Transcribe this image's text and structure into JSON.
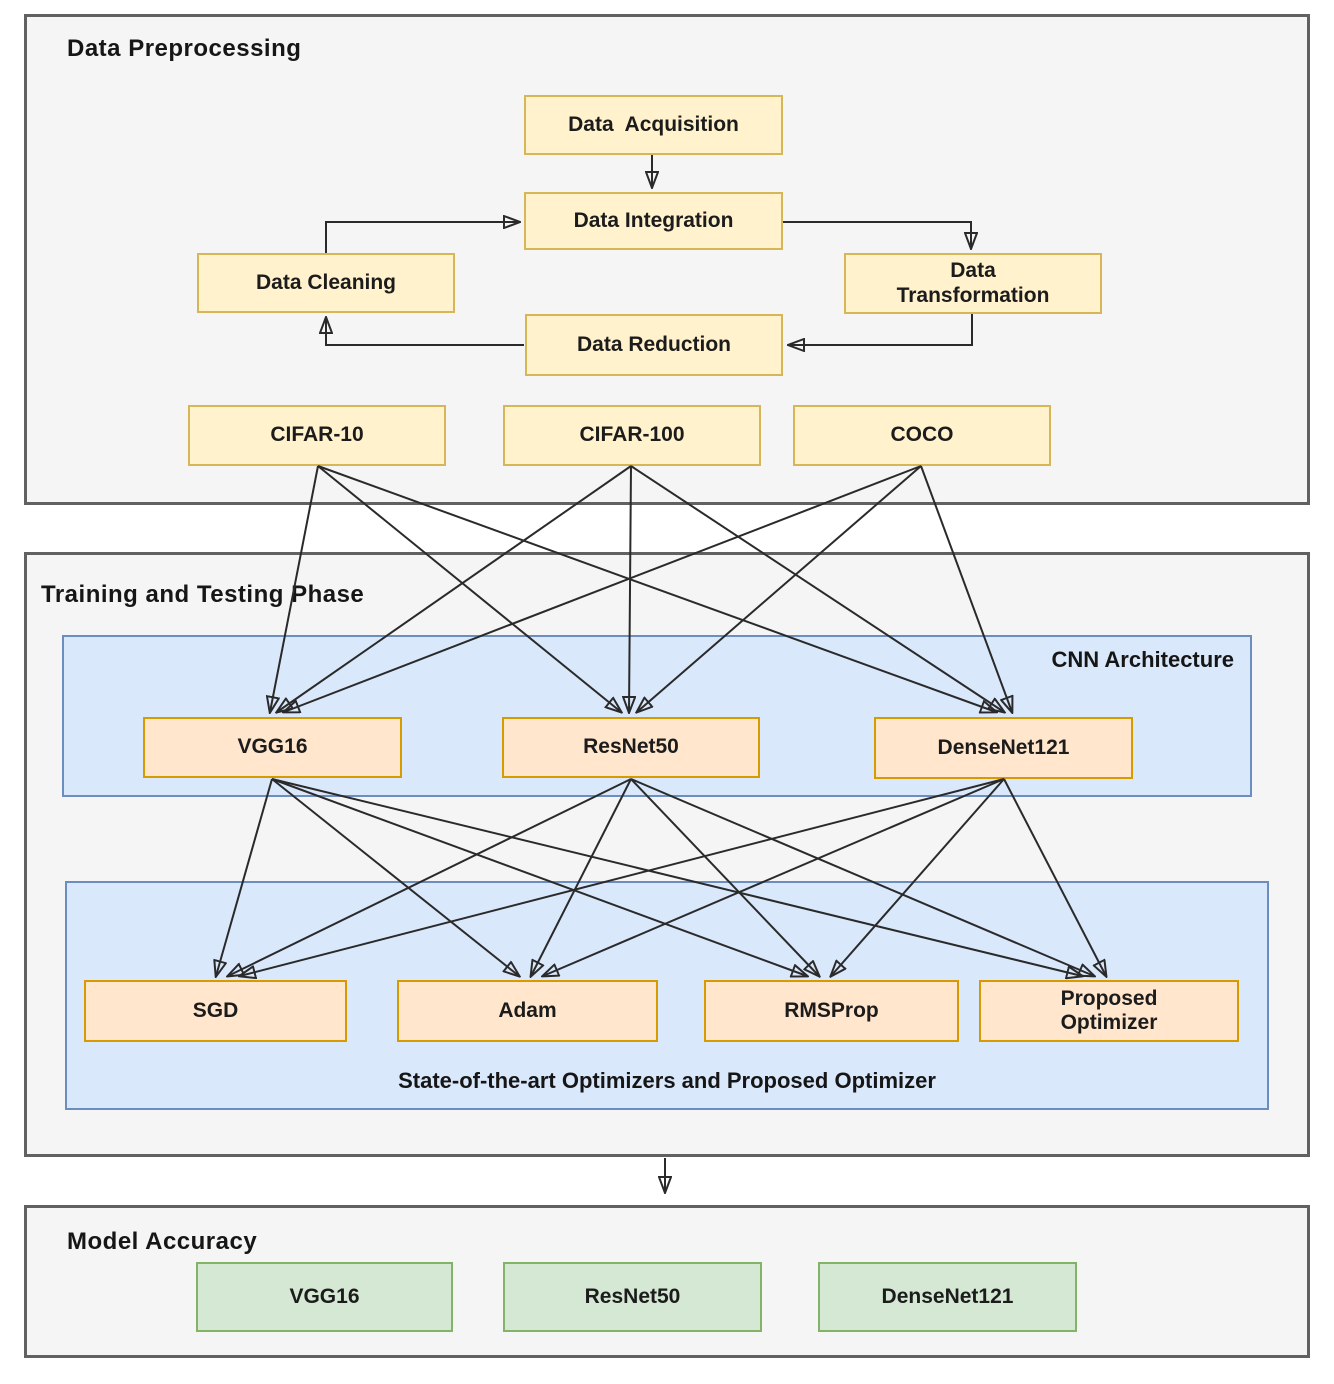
{
  "preprocessing": {
    "title": "Data Preprocessing",
    "acquisition": "Data  Acquisition",
    "integration": "Data Integration",
    "cleaning": "Data Cleaning",
    "transformation": "Data Transformation",
    "reduction": "Data Reduction",
    "datasets": {
      "cifar10": "CIFAR-10",
      "cifar100": "CIFAR-100",
      "coco": "COCO"
    }
  },
  "training": {
    "title": "Training and Testing Phase",
    "cnn_label": "CNN Architecture",
    "models": {
      "vgg16": "VGG16",
      "resnet50": "ResNet50",
      "densenet121": "DenseNet121"
    },
    "optimizers_label": "State-of-the-art Optimizers and Proposed Optimizer",
    "optimizers": {
      "sgd": "SGD",
      "adam": "Adam",
      "rmsprop": "RMSProp",
      "proposed": "Proposed Optimizer"
    }
  },
  "accuracy": {
    "title": "Model Accuracy",
    "models": {
      "vgg16": "VGG16",
      "resnet50": "ResNet50",
      "densenet121": "DenseNet121"
    }
  },
  "colors": {
    "section_bg": "#F5F5F5",
    "section_border": "#616161",
    "process_fill": "#FFF2CC",
    "process_border": "#D6B656",
    "panel_fill": "#DAE8FC",
    "panel_border": "#6C8EBF",
    "model_fill": "#FFE6CC",
    "model_border": "#D79B00",
    "accuracy_fill": "#D5E8D4",
    "accuracy_border": "#82B366",
    "arrow": "#2A2A2A"
  }
}
